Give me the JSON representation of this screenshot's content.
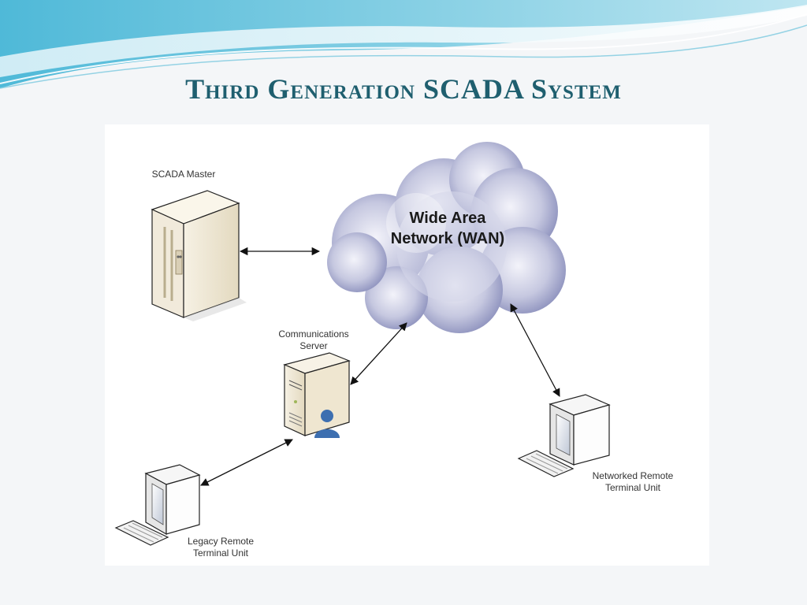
{
  "slide": {
    "title": "Third Generation SCADA System",
    "colors": {
      "title": "#1f5f6f",
      "accent": "#3bb5d6",
      "cloud": "#8a8fbf"
    }
  },
  "diagram": {
    "nodes": {
      "wan": {
        "line1": "Wide Area",
        "line2": "Network (WAN)",
        "icon": "cloud-icon"
      },
      "scada_master": {
        "label": "SCADA Master",
        "icon": "mainframe-server-icon"
      },
      "comms_server": {
        "line1": "Communications",
        "line2": "Server",
        "icon": "tower-server-icon"
      },
      "legacy_rtu": {
        "line1": "Legacy Remote",
        "line2": "Terminal Unit",
        "icon": "computer-terminal-icon"
      },
      "networked_rtu": {
        "line1": "Networked Remote",
        "line2": "Terminal Unit",
        "icon": "computer-terminal-icon"
      }
    },
    "edges": [
      {
        "from": "scada_master",
        "to": "wan",
        "bidirectional": true
      },
      {
        "from": "comms_server",
        "to": "wan",
        "bidirectional": true
      },
      {
        "from": "networked_rtu",
        "to": "wan",
        "bidirectional": true
      },
      {
        "from": "legacy_rtu",
        "to": "comms_server",
        "bidirectional": true
      }
    ]
  }
}
